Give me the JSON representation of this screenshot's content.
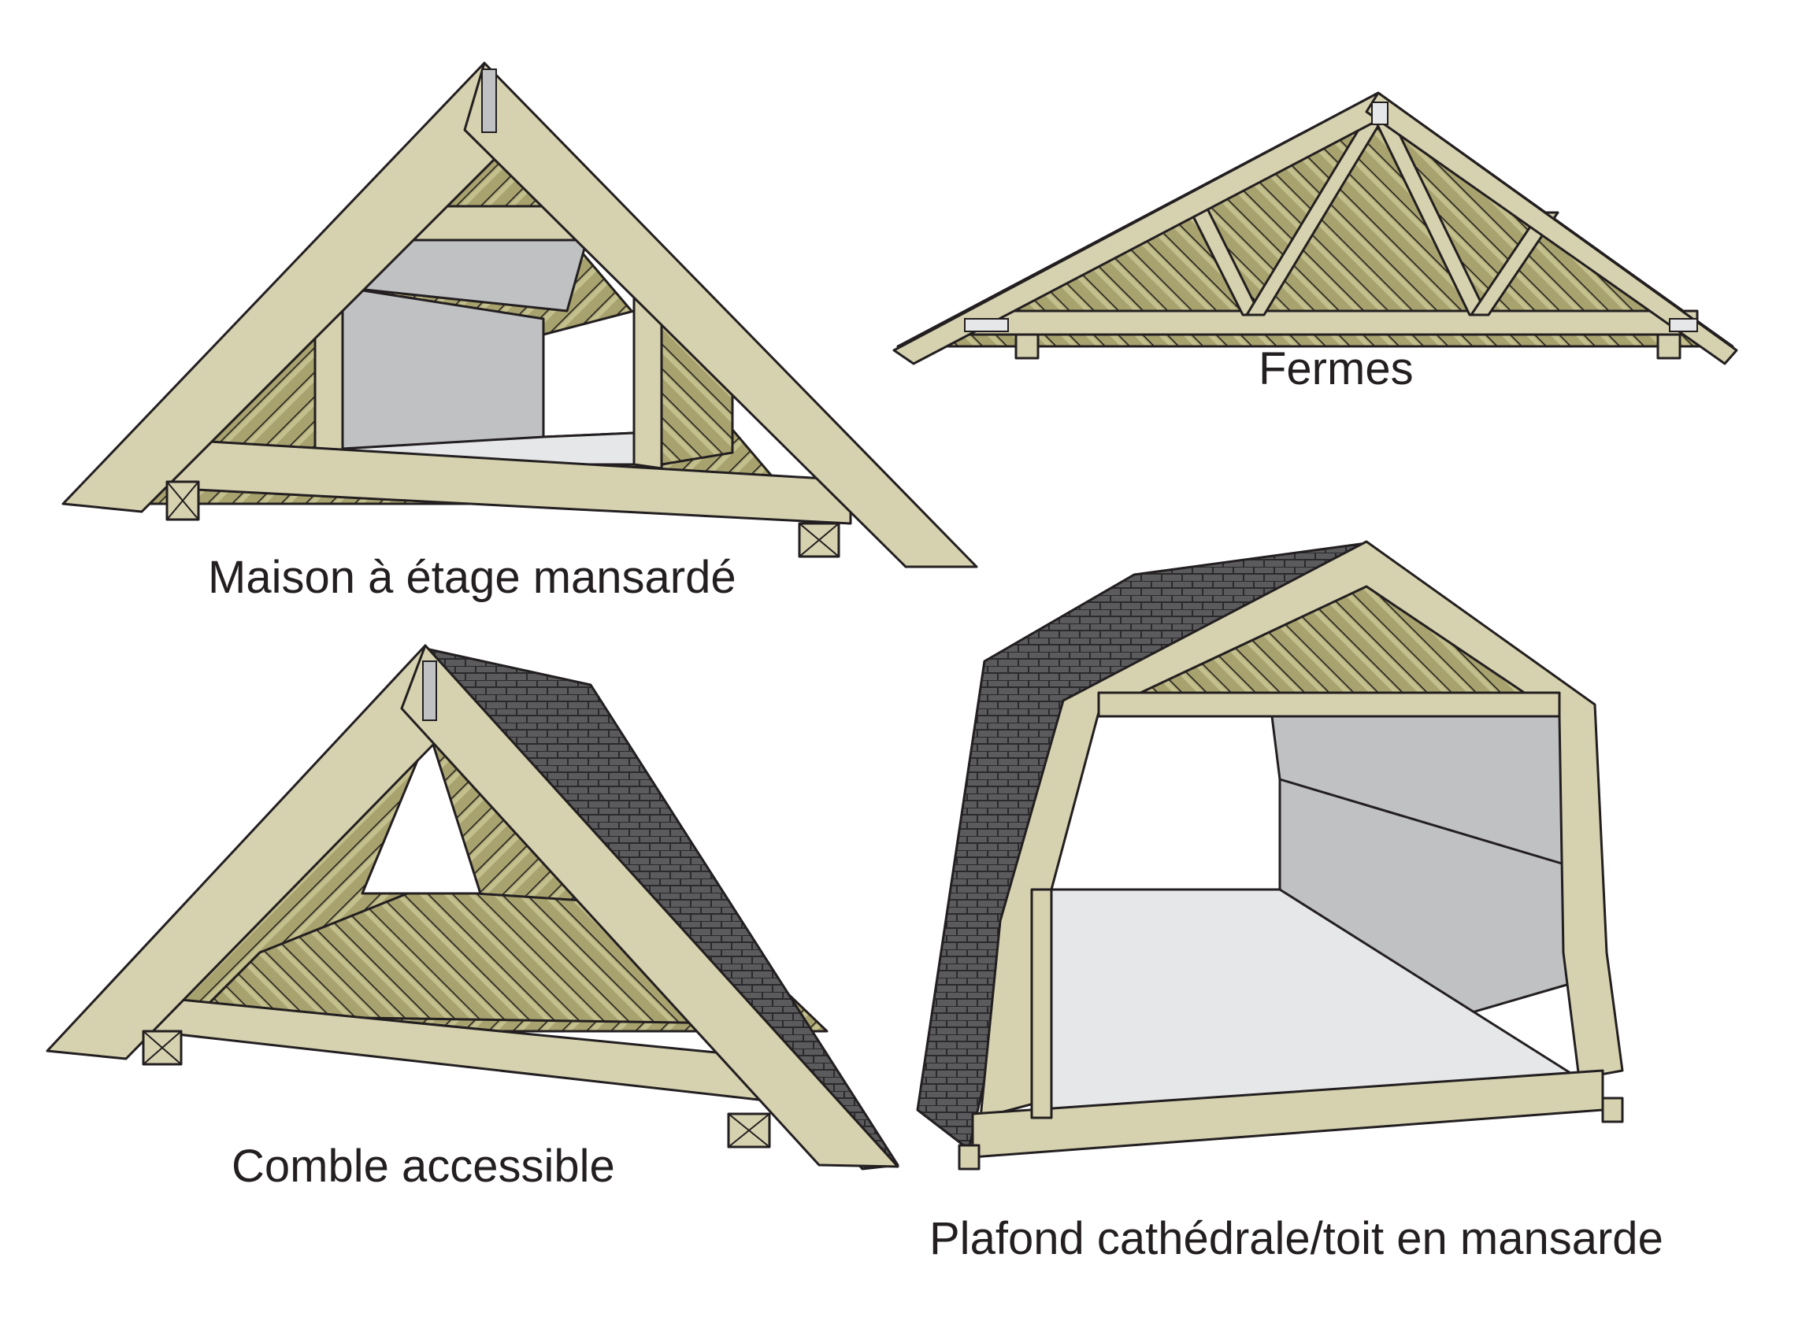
{
  "captions": {
    "mansard_house": "Maison à étage mansardé",
    "trusses": "Fermes",
    "accessible_attic": "Comble accessible",
    "cathedral_ceiling": "Plafond cathédrale/toit en mansarde"
  },
  "colors": {
    "wood_light": "#d6d2b0",
    "wood_mid": "#c4c08e",
    "wood_dark": "#a7a26e",
    "drywall": "#c0c1c3",
    "floor": "#e6e7e8",
    "shingles": "#5b5b5d",
    "outline": "#231f20"
  }
}
